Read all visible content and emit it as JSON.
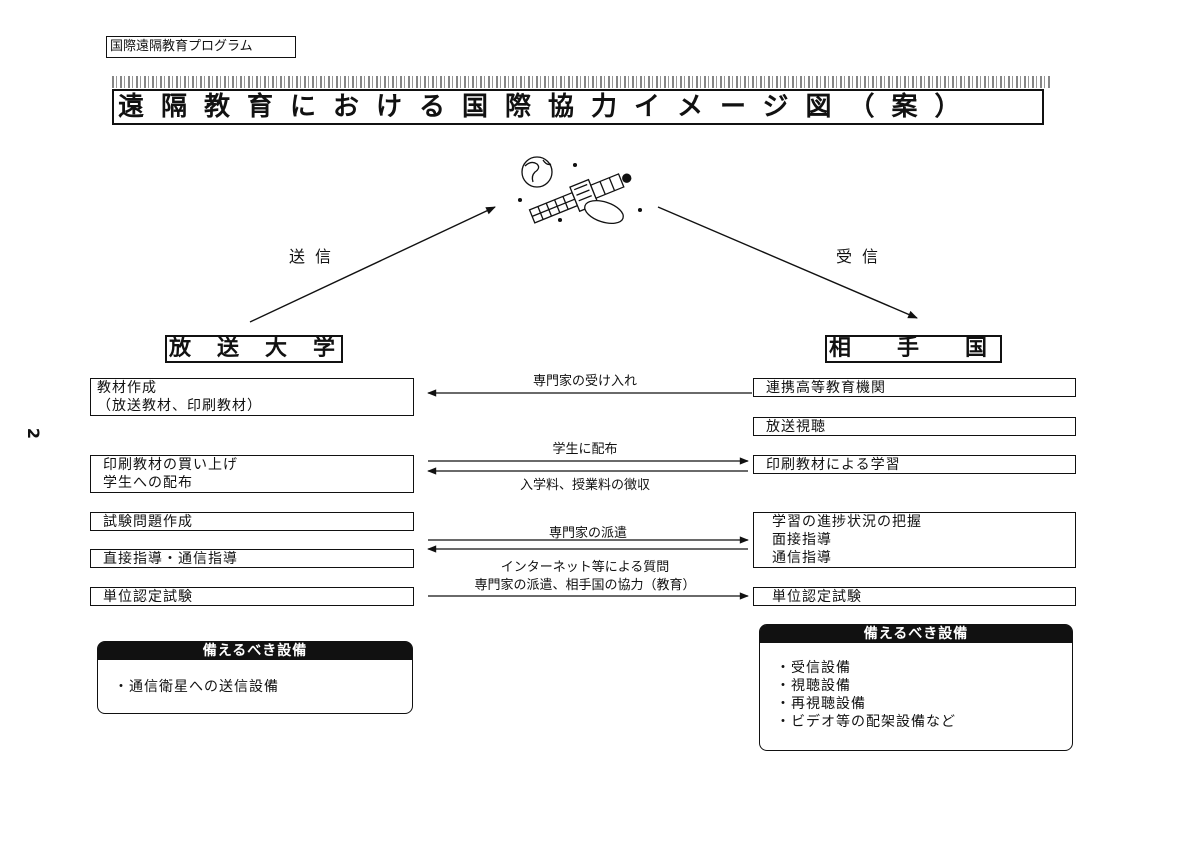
{
  "header": {
    "program_tag": "国際遠隔教育プログラム",
    "title": "遠隔教育における国際協力イメージ図（案）"
  },
  "page_number": "2",
  "links": {
    "send": "送信",
    "receive": "受信"
  },
  "left": {
    "title": "放送大学",
    "boxes": {
      "materials": [
        "教材作成",
        "（放送教材、印刷教材）"
      ],
      "purchase": [
        "印刷教材の買い上げ",
        "学生への配布"
      ],
      "exam_creation": "試験問題作成",
      "guidance": "直接指導・通信指導",
      "credit_exam": "単位認定試験"
    },
    "equipment": {
      "heading": "備えるべき設備",
      "items": [
        "・通信衛星への送信設備"
      ]
    }
  },
  "right": {
    "title": "相手国",
    "boxes": {
      "institution": "連携高等教育機関",
      "viewing": "放送視聴",
      "print_study": "印刷教材による学習",
      "progress": [
        "学習の進捗状況の把握",
        "面接指導",
        "通信指導"
      ],
      "credit_exam": "単位認定試験"
    },
    "equipment": {
      "heading": "備えるべき設備",
      "items": [
        "・受信設備",
        "・視聴設備",
        "・再視聴設備",
        "・ビデオ等の配架設備など"
      ]
    }
  },
  "flows": {
    "accept_experts": "専門家の受け入れ",
    "distribute": "学生に配布",
    "fees": "入学料、授業料の徴収",
    "dispatch": "専門家の派遣",
    "internet_q": "インターネット等による質問",
    "cooperation": "専門家の派遣、相手国の協力（教育）"
  }
}
